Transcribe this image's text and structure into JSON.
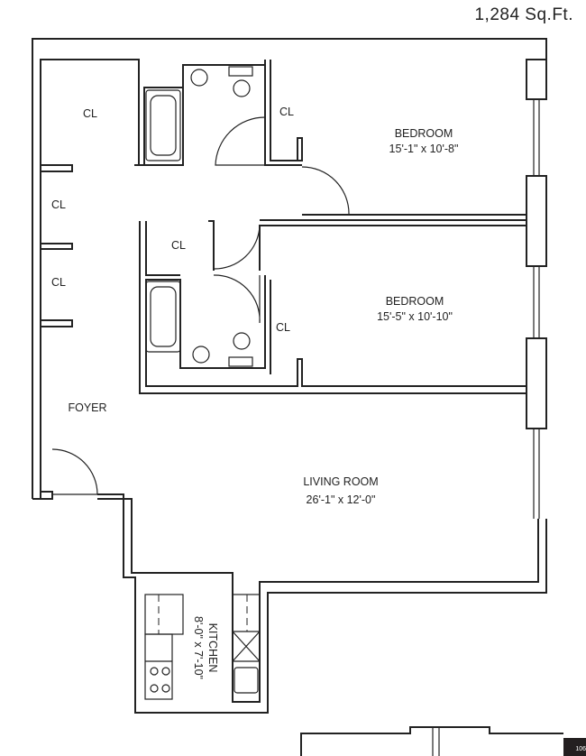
{
  "header": {
    "square_footage": "1,284 Sq.Ft."
  },
  "rooms": {
    "closet_1": "CL",
    "closet_2": "CL",
    "closet_3": "CL",
    "closet_4": "CL",
    "closet_5": "CL",
    "closet_6": "CL",
    "bedroom_1": {
      "name": "BEDROOM",
      "size": "15'-1\" x 10'-8\""
    },
    "bedroom_2": {
      "name": "BEDROOM",
      "size": "15'-5\" x 10'-10\""
    },
    "foyer": "FOYER",
    "living_room": {
      "name": "LIVING ROOM",
      "size": "26'-1\" x 12'-0\""
    },
    "kitchen": {
      "name": "KITCHEN",
      "size": "8'-0\" x 7'-10\""
    }
  },
  "footer": {
    "unit_tag": "106"
  }
}
